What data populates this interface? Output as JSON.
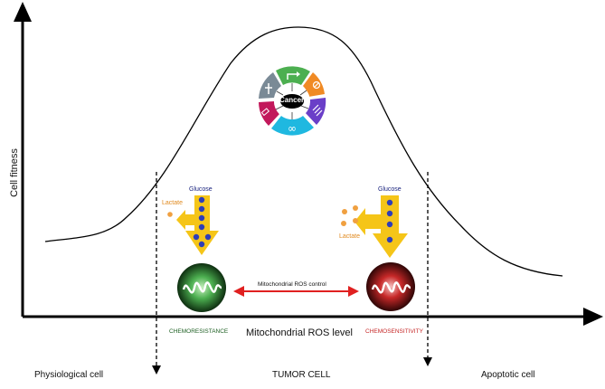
{
  "axes": {
    "y_label": "Cell fitness",
    "x_label": "Mitochondrial ROS level"
  },
  "regions": {
    "left": "Physiological cell",
    "middle": "TUMOR CELL",
    "right": "Apoptotic cell"
  },
  "center_label": "Cancer",
  "control_label": "Mitochondrial ROS control",
  "left_panel": {
    "glucose": "Glucose",
    "lactate": "Lactate",
    "state": "CHEMORESISTANCE"
  },
  "right_panel": {
    "glucose": "Glucose",
    "lactate": "Lactate",
    "state": "CHEMOSENSITIVITY"
  },
  "colors": {
    "axis": "#000000",
    "arrow_fill": "#f5c518",
    "glucose_dot": "#2e3db8",
    "lactate_dot": "#f0a040",
    "green_mito": "#2e7d32",
    "red_mito": "#b71c1c",
    "double_arrow": "#e02020",
    "chemoresistance_text": "#1b5e20",
    "chemosensitivity_text": "#c62828"
  },
  "hallmark_icons": [
    "proliferation-arrow-icon",
    "bolt-icon",
    "antigrowth-icon",
    "immortality-icon",
    "infinity-icon",
    "dna-icon",
    "angiogenesis-icon",
    "invasion-icon"
  ]
}
